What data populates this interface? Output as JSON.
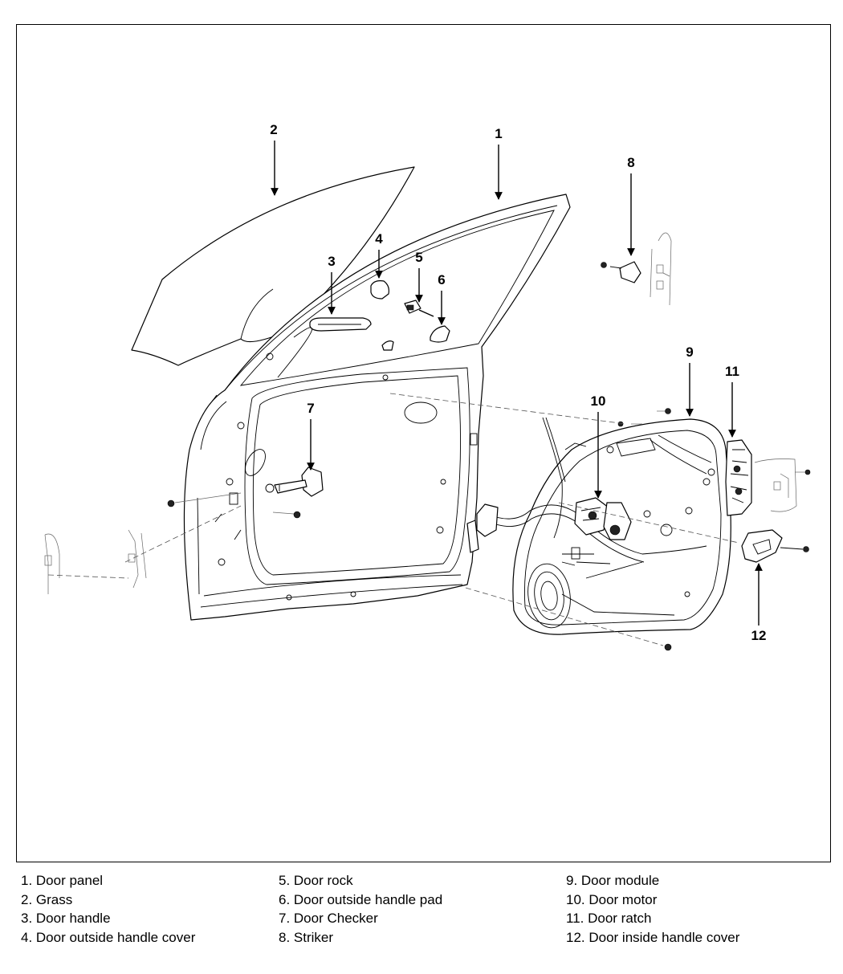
{
  "callouts": {
    "c1": "1",
    "c2": "2",
    "c3": "3",
    "c4": "4",
    "c5": "5",
    "c6": "6",
    "c7": "7",
    "c8": "8",
    "c9": "9",
    "c10": "10",
    "c11": "11",
    "c12": "12"
  },
  "legend": {
    "col1": [
      "1. Door panel",
      "2. Grass",
      "3. Door handle",
      "4. Door outside  handle cover"
    ],
    "col2": [
      "5. Door rock",
      "6. Door outside handle pad",
      "7. Door Checker",
      "8. Striker"
    ],
    "col3": [
      "9. Door module",
      "10. Door motor",
      "11. Door ratch",
      "12. Door inside handle cover"
    ]
  }
}
